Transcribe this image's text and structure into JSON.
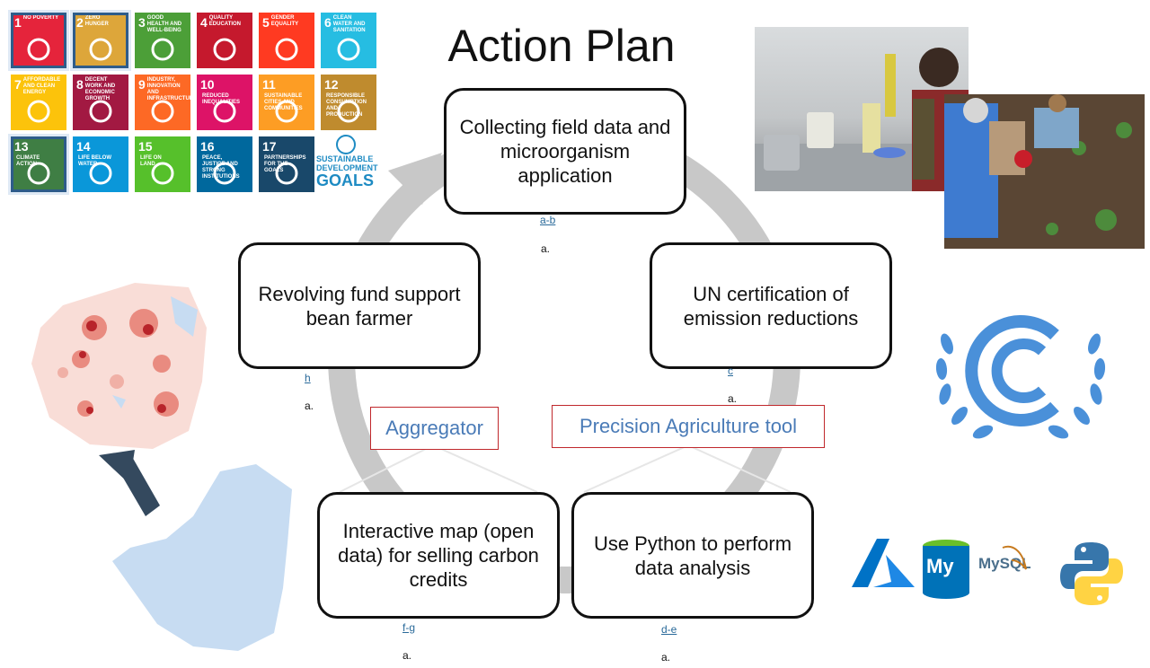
{
  "title": "Action Plan",
  "nodes": {
    "collect": "Collecting field data and microorganism application",
    "un_cert": "UN certification of emission reductions",
    "python": "Use Python to perform data analysis",
    "map": "Interactive map (open data) for selling carbon credits",
    "fund": "Revolving fund support bean farmer"
  },
  "tags": {
    "aggregator": "Aggregator",
    "precision": "Precision Agriculture tool"
  },
  "refs": {
    "ab": "a-b",
    "c": "c",
    "de": "d-e",
    "fg": "f-g",
    "h": "h",
    "dot": "a."
  },
  "sdg": {
    "tiles": [
      {
        "num": "1",
        "label": "NO POVERTY",
        "color": "#e5243b"
      },
      {
        "num": "2",
        "label": "ZERO HUNGER",
        "color": "#dda63a"
      },
      {
        "num": "3",
        "label": "GOOD HEALTH AND WELL-BEING",
        "color": "#4c9f38"
      },
      {
        "num": "4",
        "label": "QUALITY EDUCATION",
        "color": "#c5192d"
      },
      {
        "num": "5",
        "label": "GENDER EQUALITY",
        "color": "#ff3a21"
      },
      {
        "num": "6",
        "label": "CLEAN WATER AND SANITATION",
        "color": "#26bde2"
      },
      {
        "num": "7",
        "label": "AFFORDABLE AND CLEAN ENERGY",
        "color": "#fcc30b"
      },
      {
        "num": "8",
        "label": "DECENT WORK AND ECONOMIC GROWTH",
        "color": "#a21942"
      },
      {
        "num": "9",
        "label": "INDUSTRY, INNOVATION AND INFRASTRUCTURE",
        "color": "#fd6925"
      },
      {
        "num": "10",
        "label": "REDUCED INEQUALITIES",
        "color": "#dd1367"
      },
      {
        "num": "11",
        "label": "SUSTAINABLE CITIES AND COMMUNITIES",
        "color": "#fd9d24"
      },
      {
        "num": "12",
        "label": "RESPONSIBLE CONSUMPTION AND PRODUCTION",
        "color": "#bf8b2e"
      },
      {
        "num": "13",
        "label": "CLIMATE ACTION",
        "color": "#3f7e44"
      },
      {
        "num": "14",
        "label": "LIFE BELOW WATER",
        "color": "#0a97d9"
      },
      {
        "num": "15",
        "label": "LIFE ON LAND",
        "color": "#56c02b"
      },
      {
        "num": "16",
        "label": "PEACE, JUSTICE AND STRONG INSTITUTIONS",
        "color": "#00689d"
      },
      {
        "num": "17",
        "label": "PARTNERSHIPS FOR THE GOALS",
        "color": "#19486a"
      }
    ],
    "logo_line1": "SUSTAINABLE",
    "logo_line2": "DEVELOPMENT",
    "logo_line3": "GOALS"
  },
  "tech_logos": {
    "mysql_text": "MySQL",
    "my_text": "My"
  },
  "colors": {
    "cycle": "#c8c8c8",
    "tag_border": "#c0282c",
    "tag_text": "#4a7bb7",
    "map_light": "#f9ddd7",
    "map_blue": "#c7dcf2",
    "arrow": "#34495e",
    "unfccc": "#4a90d9"
  }
}
